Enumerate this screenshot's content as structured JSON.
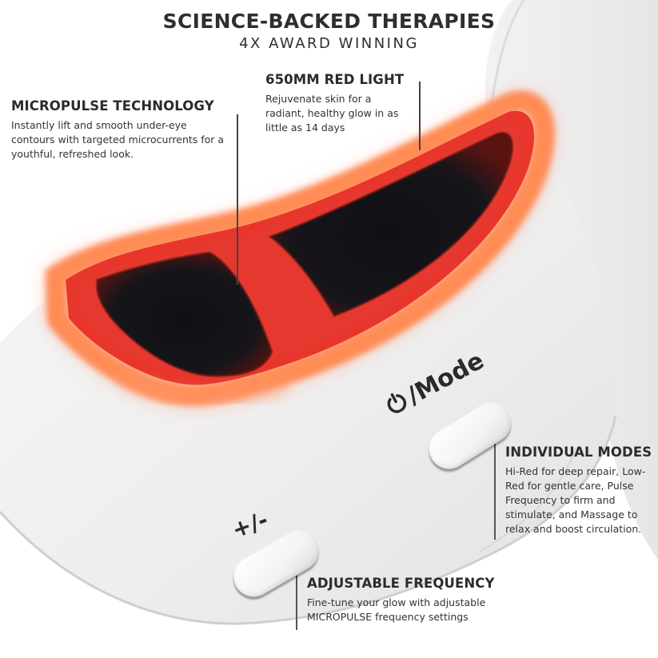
{
  "header": {
    "title": "SCIENCE-BACKED THERAPIES",
    "subtitle": "4X AWARD WINNING"
  },
  "callouts": {
    "micropulse": {
      "heading": "MICROPULSE TECHNOLOGY",
      "body": "Instantly lift and smooth under-eye contours with targeted microcurrents for a youthful, refreshed look."
    },
    "red_light": {
      "heading": "650MM RED LIGHT",
      "body": "Rejuvenate skin for a radiant, healthy glow in as little as 14 days"
    },
    "modes": {
      "heading": "INDIVIDUAL MODES",
      "body": "Hi-Red for deep repair, Low-Red for gentle care, Pulse Frequency to firm and stimulate, and Massage to relax and boost circulation."
    },
    "frequency": {
      "heading": "ADJUSTABLE FREQUENCY",
      "body": "Fine-tune your glow with adjustable MICROPULSE frequency settings"
    }
  },
  "device": {
    "mode_button_label": "/Mode",
    "mode_button_icon": "power-icon",
    "adjust_button_label": "+/-"
  },
  "colors": {
    "glow_outer": "#ff8a5a",
    "glow_core": "#e8322a",
    "window_dark": "#141416",
    "device_white": "#efefef",
    "text_dark": "#2b2b2b"
  }
}
